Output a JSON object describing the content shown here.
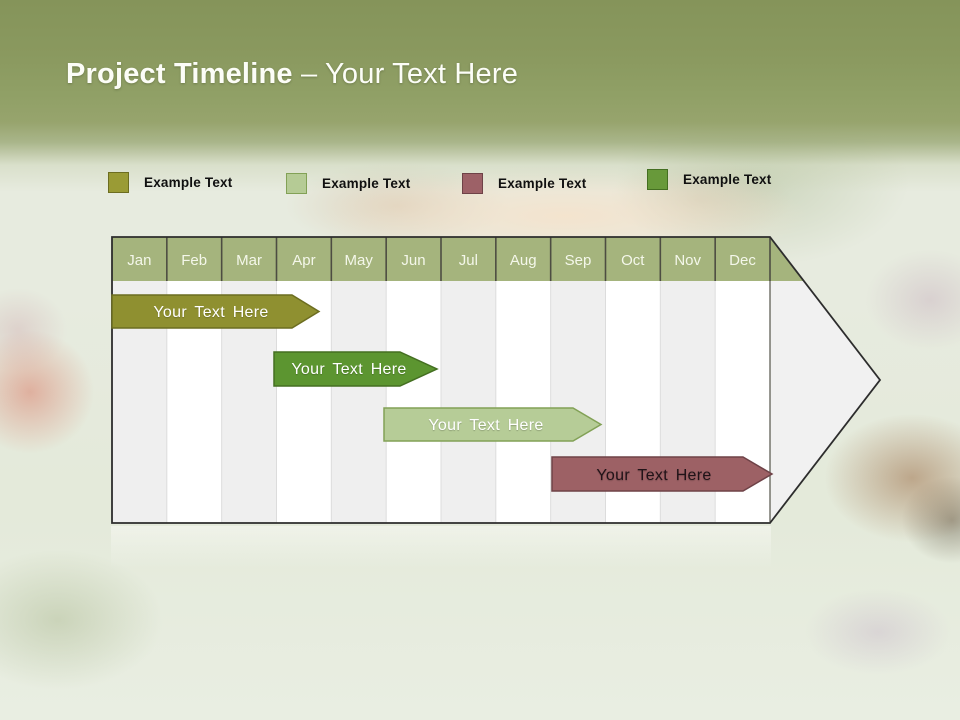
{
  "slide": {
    "title": {
      "bold": "Project Timeline",
      "regular": "– Your Text Here"
    }
  },
  "legend": {
    "items": [
      {
        "label": "Example Text",
        "color": "#9a9b35",
        "border": "#6c6d20"
      },
      {
        "label": "Example Text",
        "color": "#b5cb95",
        "border": "#82a156"
      },
      {
        "label": "Example Text",
        "color": "#9d6167",
        "border": "#6e4247"
      },
      {
        "label": "Example Text",
        "color": "#68993a",
        "border": "#446f21"
      }
    ]
  },
  "chart_data": {
    "type": "timeline",
    "title": "Project Timeline",
    "header_color": "#a5b47d",
    "outline_color": "#2d2d2d",
    "months": [
      "Jan",
      "Feb",
      "Mar",
      "Apr",
      "May",
      "Jun",
      "Jul",
      "Aug",
      "Sep",
      "Oct",
      "Nov",
      "Dec"
    ],
    "bars": [
      {
        "label": "Your Text Here",
        "start_month": "Jan",
        "end_month": "Mar",
        "color": "#8f9030",
        "border": "#6c6d20",
        "text_color": "#ffffff"
      },
      {
        "label": "Your Text Here",
        "start_month": "Apr",
        "end_month": "Jun",
        "color": "#5c9530",
        "border": "#446f21",
        "text_color": "#ffffff"
      },
      {
        "label": "Your Text Here",
        "start_month": "Jun",
        "end_month": "Sep",
        "color": "#b6cc97",
        "border": "#82a156",
        "text_color": "#ffffff"
      },
      {
        "label": "Your Text Here",
        "start_month": "Sep",
        "end_month": "Dec",
        "color": "#9d6165",
        "border": "#6e4247",
        "text_color": "#211318"
      }
    ]
  }
}
